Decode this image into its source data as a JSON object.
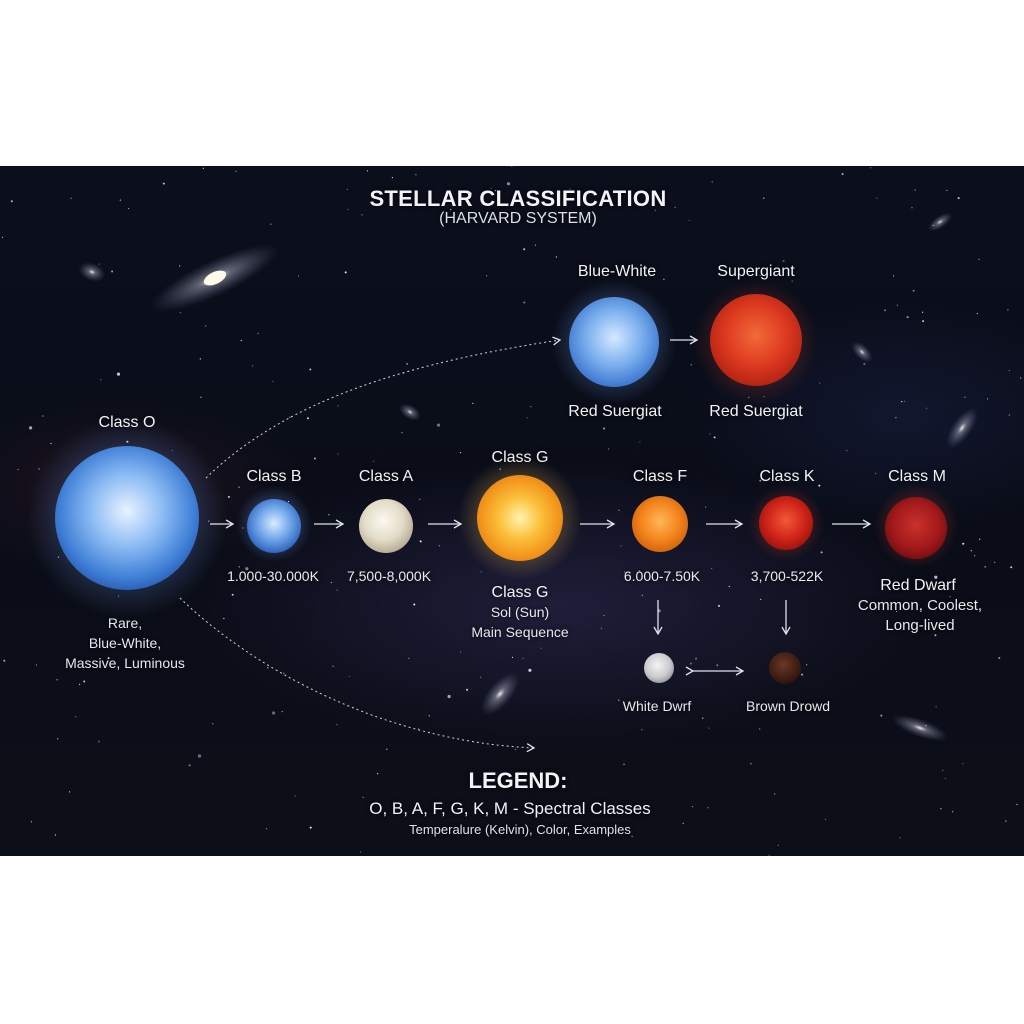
{
  "title": "STELLAR CLASSIFICATION",
  "subtitle": "(HARVARD SYSTEM)",
  "stars": {
    "o": {
      "label": "Class O",
      "desc": [
        "Rare,",
        "Blue-White,",
        "Massive, Luminous"
      ],
      "color": "#7fb2f0"
    },
    "b": {
      "label": "Class B",
      "temp": "1.000-30.000K",
      "color": "#6fa6ea"
    },
    "a": {
      "label": "Class A",
      "temp": "7,500-8,000K",
      "color": "#ece6d6"
    },
    "g": {
      "label": "Class G",
      "label2": "Class G",
      "desc": [
        "Sol (Sun)",
        "Main Sequence"
      ],
      "color": "#f7b531"
    },
    "f": {
      "label": "Class F",
      "temp": "6.000-7.50K",
      "color": "#f58a22"
    },
    "k": {
      "label": "Class K",
      "temp": "3,700-522K",
      "color": "#d82a1e"
    },
    "m": {
      "label": "Class M",
      "desc_title": "Red Dwarf",
      "desc": [
        "Common, Coolest,",
        "Long-lived"
      ],
      "color": "#b01c1e"
    }
  },
  "giants": {
    "blue": {
      "label": "Blue-White",
      "sub": "Red Suergiat",
      "color": "#7cb0ee"
    },
    "red": {
      "label": "Supergiant",
      "sub": "Red Suergiat",
      "color": "#e23a20"
    }
  },
  "remnants": {
    "white_dwarf": {
      "label": "White Dwrf",
      "color": "#cfd0d2"
    },
    "brown_dwarf": {
      "label": "Brown Drowd",
      "color": "#4a2418"
    }
  },
  "legend": {
    "title": "LEGEND:",
    "line1": "O, B, A, F, G, K, M - Spectral Classes",
    "line2": "Temperalure (Kelvin), Color, Examples"
  }
}
